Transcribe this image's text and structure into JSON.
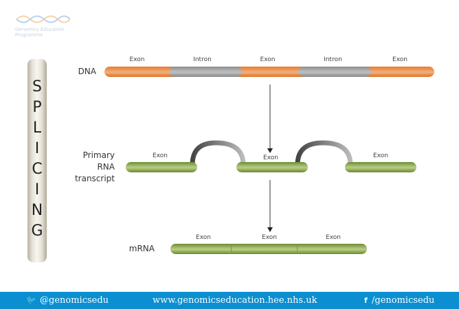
{
  "logo": {
    "line1": "Genomics Education",
    "line2": "Programme"
  },
  "title_letters": [
    "S",
    "P",
    "L",
    "I",
    "C",
    "I",
    "N",
    "G"
  ],
  "dna": {
    "label": "DNA",
    "segments": [
      {
        "type": "exon",
        "label": "Exon"
      },
      {
        "type": "intron",
        "label": "Intron"
      },
      {
        "type": "exon",
        "label": "Exon"
      },
      {
        "type": "intron",
        "label": "Intron"
      },
      {
        "type": "exon",
        "label": "Exon"
      }
    ]
  },
  "primary_rna": {
    "label_line1": "Primary",
    "label_line2": "RNA",
    "label_line3": "transcript",
    "exons": [
      "Exon",
      "Exon",
      "Exon"
    ]
  },
  "mrna": {
    "label": "mRNA",
    "exons": [
      "Exon",
      "Exon",
      "Exon"
    ]
  },
  "colors": {
    "exon_dna": "#e87a2e",
    "intron": "#9a9a9a",
    "exon_rna": "#8aa84e",
    "footer": "#0b8fd0"
  },
  "footer": {
    "twitter": "@genomicsedu",
    "website": "www.genomicseducation.hee.nhs.uk",
    "facebook": "/genomicsedu"
  }
}
